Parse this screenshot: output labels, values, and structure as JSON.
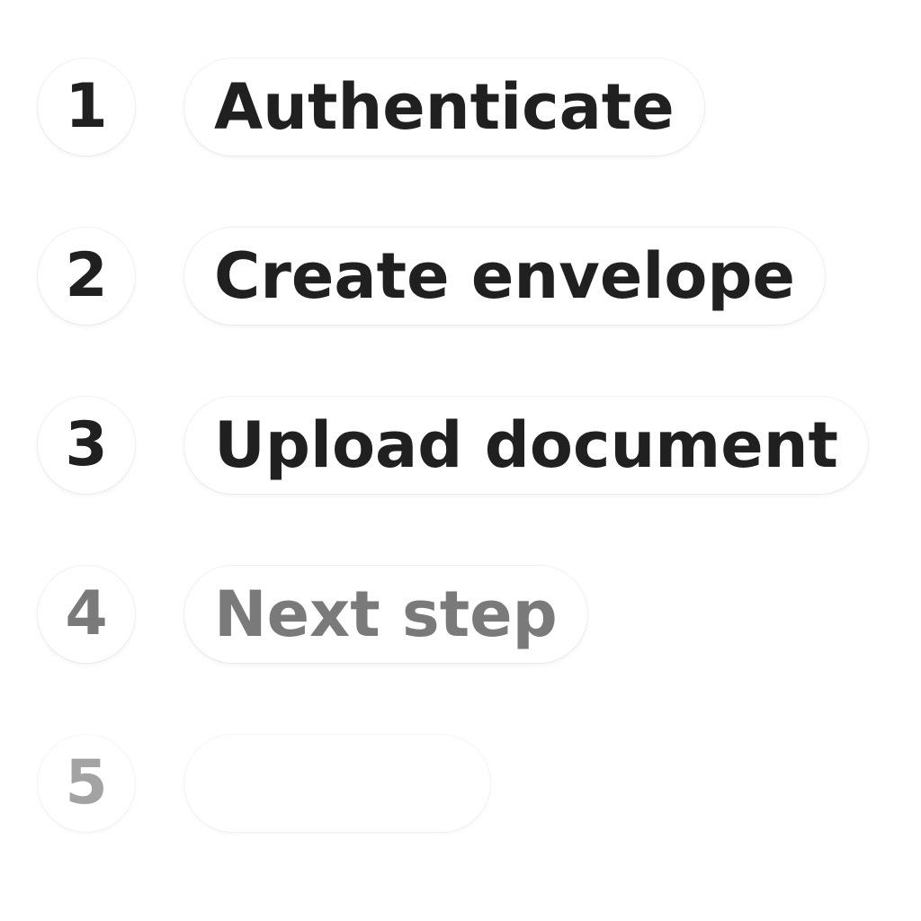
{
  "steps": [
    {
      "number": "1",
      "label": "Authenticate",
      "state": "done"
    },
    {
      "number": "2",
      "label": "Create envelope",
      "state": "done"
    },
    {
      "number": "3",
      "label": "Upload document",
      "state": "done"
    },
    {
      "number": "4",
      "label": "Next step",
      "state": "pending"
    },
    {
      "number": "5",
      "label": "",
      "state": "empty"
    }
  ],
  "colors": {
    "text_active": "#202020",
    "text_pending": "#7a7a7a",
    "text_empty": "#a3a3a3",
    "background": "#ffffff"
  }
}
